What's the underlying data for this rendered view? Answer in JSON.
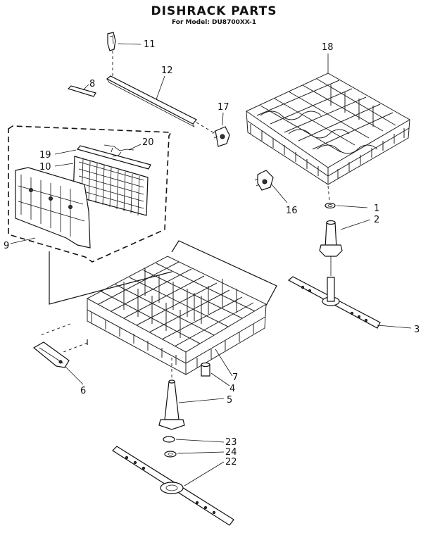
{
  "title": "DISHRACK PARTS",
  "subtitle": "For Model: DU8700XX-1",
  "callouts": {
    "c1": "1",
    "c2": "2",
    "c3": "3",
    "c4": "4",
    "c5": "5",
    "c6": "6",
    "c7": "7",
    "c8": "8",
    "c9": "9",
    "c10": "10",
    "c11": "11",
    "c12": "12",
    "c16": "16",
    "c17": "17",
    "c18": "18",
    "c19": "19",
    "c20": "20",
    "c22": "22",
    "c23": "23",
    "c24": "24"
  }
}
